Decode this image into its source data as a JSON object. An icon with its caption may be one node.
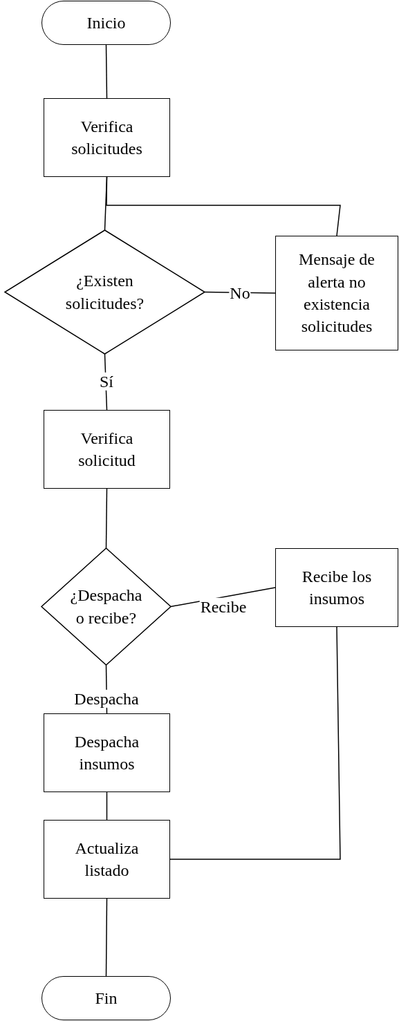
{
  "diagram": {
    "nodes": [
      {
        "text": [
          "Inicio"
        ]
      },
      {
        "text": [
          "Verifica solicitudes"
        ]
      },
      {
        "text": [
          "¿Existen solicitudes?"
        ]
      },
      {
        "text": [
          "Mensaje de alerta no existencia solicitudes"
        ]
      },
      {
        "text": [
          "Verifica solicitud"
        ]
      },
      {
        "text": [
          "¿Despacha o recibe?"
        ]
      },
      {
        "text": [
          "Recibe los insumos"
        ]
      },
      {
        "text": [
          "Despacha insumos"
        ]
      },
      {
        "text": [
          "Actualiza listado"
        ]
      },
      {
        "text": [
          "Fin"
        ]
      }
    ],
    "edges": [
      {
        "from": 0,
        "to": 1,
        "arrow": "none"
      },
      {
        "from": 1,
        "to": 2,
        "arrow": "none"
      },
      {
        "from": 2,
        "to": 3,
        "arrow": "none",
        "label": "No"
      },
      {
        "from": 3,
        "to": 1,
        "arrow": "none"
      },
      {
        "from": 2,
        "to": 4,
        "arrow": "none",
        "label": "Sí"
      },
      {
        "from": 4,
        "to": 5,
        "arrow": "none"
      },
      {
        "from": 5,
        "to": 6,
        "arrow": "none",
        "label": "Recibe"
      },
      {
        "from": 5,
        "to": 7,
        "arrow": "none",
        "label": "Despacha"
      },
      {
        "from": 7,
        "to": 8,
        "arrow": "none"
      },
      {
        "from": 6,
        "to": 8,
        "arrow": "none"
      },
      {
        "from": 8,
        "to": 9,
        "arrow": "none"
      }
    ]
  }
}
